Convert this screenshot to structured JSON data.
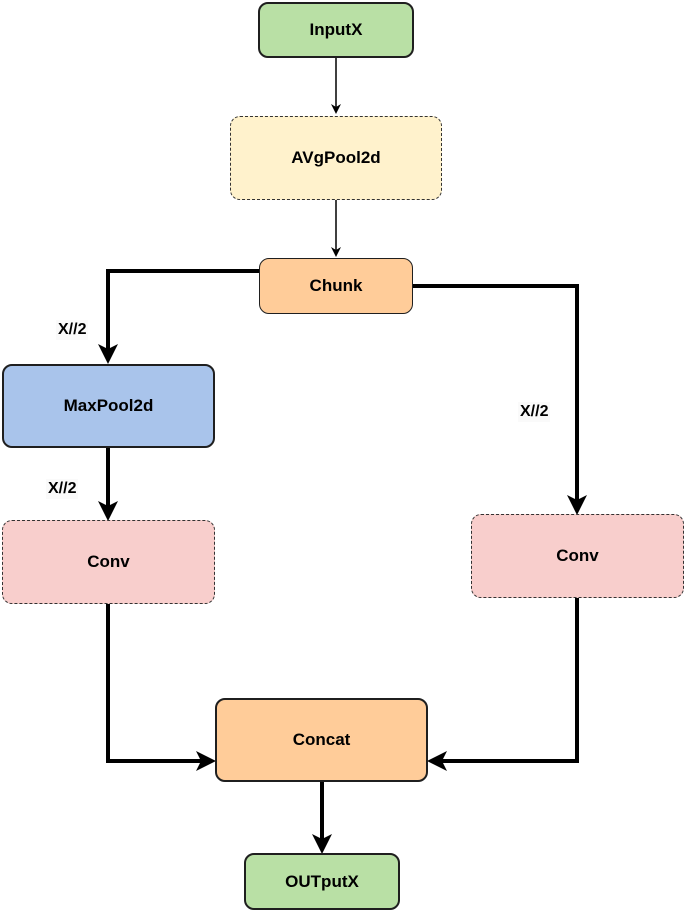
{
  "colors": {
    "input": "#b9e0a5",
    "avgpool": "#fff2cc",
    "chunk": "#ffcc99",
    "maxpool": "#a9c4eb",
    "conv": "#f8cecc",
    "concat": "#ffcc99",
    "output": "#b9e0a5"
  },
  "nodes": {
    "input": "InputX",
    "avgpool": "AVgPool2d",
    "chunk": "Chunk",
    "maxpool": "MaxPool2d",
    "conv_left": "Conv",
    "conv_right": "Conv",
    "concat": "Concat",
    "output": "OUTputX"
  },
  "edge_labels": {
    "chunk_to_maxpool": "X//2",
    "maxpool_to_conv": "X//2",
    "chunk_to_conv_right": "X//2"
  }
}
